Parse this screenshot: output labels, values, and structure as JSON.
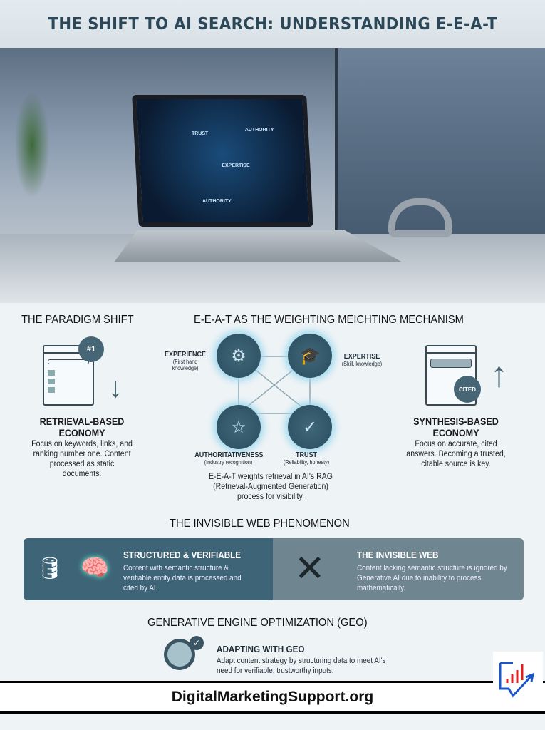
{
  "title": "THE SHIFT TO AI SEARCH: UNDERSTANDING E-E-A-T",
  "hero": {
    "screen_labels": [
      "TRUST",
      "AUTHORITY",
      "EXPERTISE",
      "AUTHORITY"
    ]
  },
  "paradigm": {
    "heading": "THE PARADIGM SHIFT",
    "badge": "#1",
    "left_title": "RETRIEVAL-BASED ECONOMY",
    "left_text": "Focus on keywords, links, and ranking number one. Content processed as static documents.",
    "right_title": "SYNTHESIS-BASED ECONOMY",
    "right_text": "Focus on accurate, cited answers. Becoming a trusted, citable source is key.",
    "right_badge": "CITED"
  },
  "eeat": {
    "heading": "E-E-A-T AS THE WEIGHTING MEICHTING MECHANISM",
    "items": [
      {
        "label": "EXPERIENCE",
        "sub": "(First hand knowledge)"
      },
      {
        "label": "EXPERTISE",
        "sub": "(Skill, knowledge)"
      },
      {
        "label": "AUTHORITATIVENESS",
        "sub": "(Industry recognition)"
      },
      {
        "label": "TRUST",
        "sub": "(Reliability, honesty)"
      }
    ],
    "caption": "E-E-A-T weights retrieval in AI's RAG (Retrieval-Augmented Generation) process for visibility."
  },
  "invisible": {
    "heading": "THE INVISIBLE WEB PHENOMENON",
    "left_title": "STRUCTURED & VERIFIABLE",
    "left_text": "Content with semantic structure & verifiable entity data is processed and cited by AI.",
    "right_title": "THE INVISIBLE WEB",
    "right_text": "Content lacking semantic structure is ignored by Generative AI due to inability to process mathematically."
  },
  "geo": {
    "heading": "GENERATIVE ENGINE OPTIMIZATION (GEO)",
    "title": "ADAPTING WITH GEO",
    "text": "Adapt content strategy by structuring data to meet AI's need for verifiable, trustworthy inputs."
  },
  "footer": {
    "site": "DigitalMarketingSupport.org"
  },
  "colors": {
    "teal": "#3d6577",
    "slate": "#6f8590",
    "logo_blue": "#1a56c9",
    "logo_red": "#e02020"
  }
}
